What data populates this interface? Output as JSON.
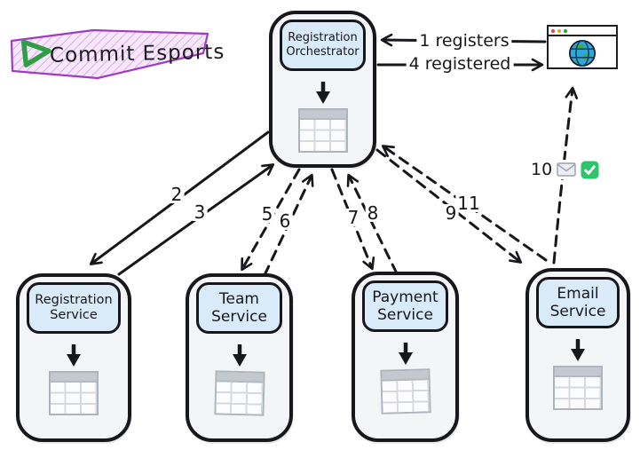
{
  "logo": {
    "text": "Commit Esports",
    "icon": "play-icon",
    "border_color": "#a03bc4",
    "hatch_color": "#dda9ef",
    "play_color": "#2f9e44"
  },
  "nodes": {
    "orchestrator": {
      "name": "Registration Orchestrator",
      "icon": "database-table-icon"
    },
    "services": [
      {
        "id": "registration",
        "name": "Registration Service",
        "icon": "database-table-icon"
      },
      {
        "id": "team",
        "name": "Team Service",
        "icon": "database-table-icon"
      },
      {
        "id": "payment",
        "name": "Payment Service",
        "icon": "database-table-icon"
      },
      {
        "id": "email",
        "name": "Email Service",
        "icon": "database-table-icon"
      }
    ],
    "client": {
      "type": "browser-window",
      "icon": "globe-icon",
      "titlebar_dot_colors": [
        "#e0443e",
        "#dea123",
        "#1aab29"
      ]
    }
  },
  "edges": {
    "register": {
      "label": "1 registers",
      "from": "browser",
      "to": "orchestrator",
      "style": "solid"
    },
    "registered": {
      "label": "4 registered",
      "from": "orchestrator",
      "to": "browser",
      "style": "solid"
    },
    "steps": [
      {
        "n": "2",
        "from": "orchestrator",
        "to": "registration-service",
        "style": "solid"
      },
      {
        "n": "3",
        "from": "registration-service",
        "to": "orchestrator",
        "style": "solid"
      },
      {
        "n": "5",
        "from": "orchestrator",
        "to": "team-service",
        "style": "dashed"
      },
      {
        "n": "6",
        "from": "team-service",
        "to": "orchestrator",
        "style": "dashed"
      },
      {
        "n": "7",
        "from": "orchestrator",
        "to": "payment-service",
        "style": "dashed"
      },
      {
        "n": "8",
        "from": "payment-service",
        "to": "orchestrator",
        "style": "dashed"
      },
      {
        "n": "9",
        "from": "orchestrator",
        "to": "email-service",
        "style": "dashed"
      },
      {
        "n": "10",
        "from": "email-service",
        "to": "browser",
        "style": "dashed",
        "icons": [
          "envelope-icon",
          "check-icon"
        ]
      },
      {
        "n": "11",
        "from": "email-service",
        "to": "orchestrator",
        "style": "dashed"
      }
    ]
  },
  "colors": {
    "ink": "#17171c",
    "node_fill": "#f3f5f7",
    "label_fill": "#d9eaf8",
    "table_gray": "#c3c9cf",
    "globe_blue": "#2ea7e0",
    "globe_green": "#3fae49",
    "check_green": "#2ec46c"
  }
}
